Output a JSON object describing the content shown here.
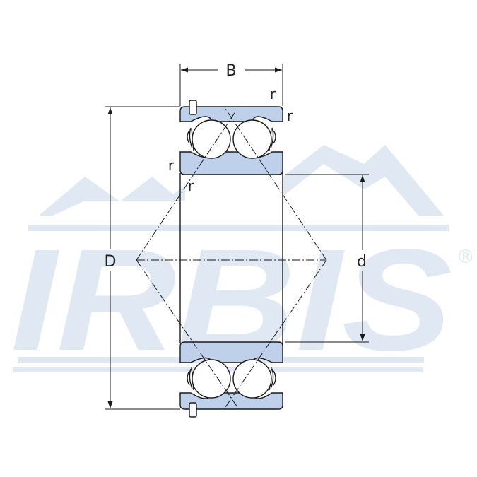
{
  "watermark": {
    "logo_text": "IRBIS",
    "registered_mark": "®",
    "color": "#dfe8f3"
  },
  "drawing": {
    "outline_color": "#1a1a1a",
    "ring_fill": "#bfd0ea",
    "labels": {
      "width": "B",
      "outer_diameter": "D",
      "bore_diameter": "d",
      "chamfer_top_right_outer": "r",
      "chamfer_top_right_inner": "r",
      "chamfer_left_1": "r",
      "chamfer_left_2": "r"
    }
  }
}
